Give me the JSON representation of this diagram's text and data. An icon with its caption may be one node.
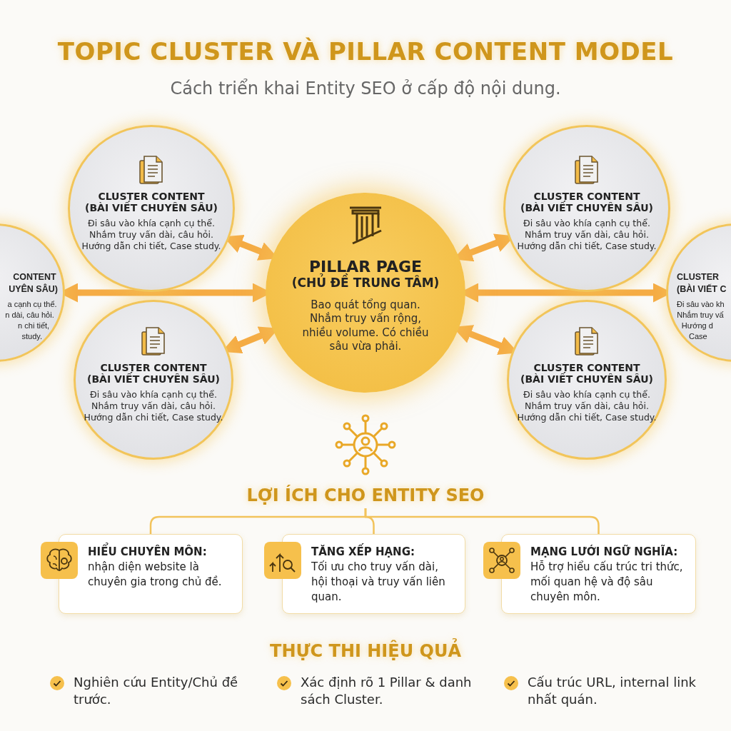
{
  "diagram": {
    "title": "TOPIC CLUSTER VÀ PILLAR CONTENT MODEL",
    "nodes": [
      {
        "text": [
          "CLUSTER CONTENT",
          "(BÀI VIẾT CHUYÊN SÂU)",
          "Đi sâu vào khía cạnh cụ thể. Nhắm truy vấn dài, câu hỏi. Hướng dẫn chi tiết, Case study."
        ]
      },
      {
        "text": [
          "CLUSTER CONTENT",
          "(BÀI VIẾT CHUYÊN SÂU)",
          "Đi sâu vào khía cạnh cụ thể. Nhắm truy vấn dài, câu hỏi. Hướng dẫn chi tiết, Case study."
        ]
      },
      {
        "text": [
          "CONTENT",
          "UYÊN SÂU)",
          "a cạnh cụ thể.",
          "n dài, câu hỏi.",
          "n chi tiết,",
          "study."
        ]
      },
      {
        "text": [
          "PILLAR PAGE",
          "(CHỦ ĐỀ TRUNG TÂM)",
          "Bao quát tổng quan. Nhắm truy vấn rộng, nhiều volume. Có chiều sâu vừa phải."
        ]
      },
      {
        "text": [
          "CLUSTER",
          "(BÀI VIẾT C",
          "Đi sâu vào kh",
          "Nhắm truy vấ",
          "Hướng d",
          "Case"
        ]
      },
      {
        "text": [
          "CLUSTER CONTENT",
          "(BÀI VIẾT CHUYÊN SÂU)",
          "Đi sâu vào khía cạnh cụ thể. Nhắm truy vấn dài, câu hỏi. Hướng dẫn chi tiết, Case study."
        ]
      },
      {
        "text": [
          "CLUSTER CONTENT",
          "(BÀI VIẾT CHUYÊN SÂU)",
          "Đi sâu vào khía cạnh cụ thể. Nhắm truy vấn dài, câu hỏi. Hướng dẫn chi tiết, Case study."
        ]
      },
      {
        "text": [
          "LỢI ÍCH CHO ENTITY SEO"
        ]
      },
      {
        "text": [
          "HIỂU CHUYÊN MÔN:",
          "nhận diện website là chuyên gia trong chủ đề."
        ]
      },
      {
        "text": [
          "TĂNG XẾP HẠNG:",
          "Tối ưu cho truy vấn dài, hội thoại và truy vấn liên quan."
        ]
      },
      {
        "text": [
          "MẠNG LƯỚI NGỮ NGHĨA:",
          "Hỗ trợ hiểu cấu trúc tri thức, mối quan hệ và độ sâu chuyên môn."
        ]
      }
    ],
    "edges": [
      {
        "from": 3,
        "to": 0,
        "arrow": "both"
      },
      {
        "from": 3,
        "to": 1,
        "arrow": "both"
      },
      {
        "from": 3,
        "to": 2,
        "arrow": "both"
      },
      {
        "from": 3,
        "to": 4,
        "arrow": "both"
      },
      {
        "from": 3,
        "to": 5,
        "arrow": "both"
      },
      {
        "from": 3,
        "to": 6,
        "arrow": "both"
      },
      {
        "from": 7,
        "to": 8,
        "arrow": "none"
      },
      {
        "from": 7,
        "to": 9,
        "arrow": "none"
      },
      {
        "from": 7,
        "to": 10,
        "arrow": "none"
      }
    ],
    "labels": [
      "Cách triển khai Entity SEO ở cấp độ nội dung.",
      "THỰC THI HIỆU QUẢ",
      "Nghiên cứu Entity/Chủ đề trước.",
      "Xác định rõ 1 Pillar & danh sách Cluster.",
      "Cấu trúc URL, internal link nhất quán."
    ]
  }
}
